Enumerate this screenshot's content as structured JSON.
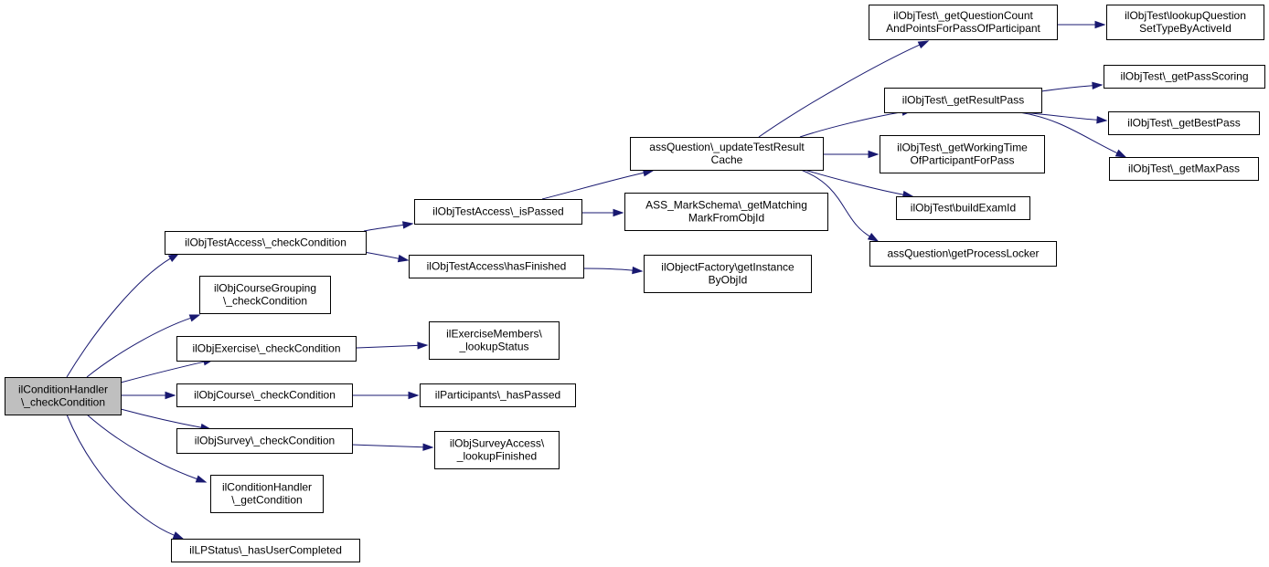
{
  "diagram": {
    "nodes": [
      {
        "id": "root",
        "lines": [
          "ilConditionHandler",
          "\\_checkCondition"
        ]
      },
      {
        "id": "n_test_check",
        "lines": [
          "ilObjTestAccess\\_checkCondition"
        ]
      },
      {
        "id": "n_coursegrouping",
        "lines": [
          "ilObjCourseGrouping",
          "\\_checkCondition"
        ]
      },
      {
        "id": "n_exercise",
        "lines": [
          "ilObjExercise\\_checkCondition"
        ]
      },
      {
        "id": "n_course",
        "lines": [
          "ilObjCourse\\_checkCondition"
        ]
      },
      {
        "id": "n_survey",
        "lines": [
          "ilObjSurvey\\_checkCondition"
        ]
      },
      {
        "id": "n_getcondition",
        "lines": [
          "ilConditionHandler",
          "\\_getCondition"
        ]
      },
      {
        "id": "n_lpstatus",
        "lines": [
          "ilLPStatus\\_hasUserCompleted"
        ]
      },
      {
        "id": "n_ispassed",
        "lines": [
          "ilObjTestAccess\\_isPassed"
        ]
      },
      {
        "id": "n_hasfinished",
        "lines": [
          "ilObjTestAccess\\hasFinished"
        ]
      },
      {
        "id": "n_exmembers",
        "lines": [
          "ilExerciseMembers\\",
          "_lookupStatus"
        ]
      },
      {
        "id": "n_participants",
        "lines": [
          "ilParticipants\\_hasPassed"
        ]
      },
      {
        "id": "n_surveyaccess",
        "lines": [
          "ilObjSurveyAccess\\",
          "_lookupFinished"
        ]
      },
      {
        "id": "n_updatecache",
        "lines": [
          "assQuestion\\_updateTestResult",
          "Cache"
        ]
      },
      {
        "id": "n_markschema",
        "lines": [
          "ASS_MarkSchema\\_getMatching",
          "MarkFromObjId"
        ]
      },
      {
        "id": "n_objfactory",
        "lines": [
          "ilObjectFactory\\getInstance",
          "ByObjId"
        ]
      },
      {
        "id": "n_qcount",
        "lines": [
          "ilObjTest\\_getQuestionCount",
          "AndPointsForPassOfParticipant"
        ]
      },
      {
        "id": "n_resultpass",
        "lines": [
          "ilObjTest\\_getResultPass"
        ]
      },
      {
        "id": "n_workingtime",
        "lines": [
          "ilObjTest\\_getWorkingTime",
          "OfParticipantForPass"
        ]
      },
      {
        "id": "n_buildexam",
        "lines": [
          "ilObjTest\\buildExamId"
        ]
      },
      {
        "id": "n_processlocker",
        "lines": [
          "assQuestion\\getProcessLocker"
        ]
      },
      {
        "id": "n_lookupqset",
        "lines": [
          "ilObjTest\\lookupQuestion",
          "SetTypeByActiveId"
        ]
      },
      {
        "id": "n_passscoring",
        "lines": [
          "ilObjTest\\_getPassScoring"
        ]
      },
      {
        "id": "n_bestpass",
        "lines": [
          "ilObjTest\\_getBestPass"
        ]
      },
      {
        "id": "n_maxpass",
        "lines": [
          "ilObjTest\\_getMaxPass"
        ]
      }
    ],
    "edges": [
      {
        "from": "root",
        "to": "n_test_check"
      },
      {
        "from": "root",
        "to": "n_coursegrouping"
      },
      {
        "from": "root",
        "to": "n_exercise"
      },
      {
        "from": "root",
        "to": "n_course"
      },
      {
        "from": "root",
        "to": "n_survey"
      },
      {
        "from": "root",
        "to": "n_getcondition"
      },
      {
        "from": "root",
        "to": "n_lpstatus"
      },
      {
        "from": "n_test_check",
        "to": "n_ispassed"
      },
      {
        "from": "n_test_check",
        "to": "n_hasfinished"
      },
      {
        "from": "n_exercise",
        "to": "n_exmembers"
      },
      {
        "from": "n_course",
        "to": "n_participants"
      },
      {
        "from": "n_survey",
        "to": "n_surveyaccess"
      },
      {
        "from": "n_ispassed",
        "to": "n_updatecache"
      },
      {
        "from": "n_ispassed",
        "to": "n_markschema"
      },
      {
        "from": "n_hasfinished",
        "to": "n_objfactory"
      },
      {
        "from": "n_updatecache",
        "to": "n_qcount"
      },
      {
        "from": "n_updatecache",
        "to": "n_resultpass"
      },
      {
        "from": "n_updatecache",
        "to": "n_workingtime"
      },
      {
        "from": "n_updatecache",
        "to": "n_buildexam"
      },
      {
        "from": "n_updatecache",
        "to": "n_processlocker"
      },
      {
        "from": "n_qcount",
        "to": "n_lookupqset"
      },
      {
        "from": "n_resultpass",
        "to": "n_passscoring"
      },
      {
        "from": "n_resultpass",
        "to": "n_bestpass"
      },
      {
        "from": "n_resultpass",
        "to": "n_maxpass"
      }
    ],
    "colors": {
      "edge": "#191970",
      "root_fill": "#bfbfbf",
      "node_fill": "#ffffff",
      "border": "#000000"
    }
  }
}
